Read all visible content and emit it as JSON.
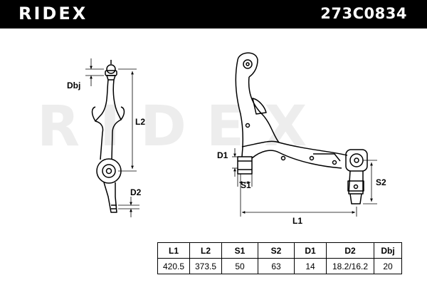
{
  "header": {
    "brand": "RIDEX",
    "part_number": "273C0834"
  },
  "watermark": "RIDEX",
  "labels": {
    "dbj": "Dbj",
    "l2": "L2",
    "d2": "D2",
    "d1": "D1",
    "s1": "S1",
    "s2": "S2",
    "l1": "L1"
  },
  "dimensions_table": {
    "headers": [
      "L1",
      "L2",
      "S1",
      "S2",
      "D1",
      "D2",
      "Dbj"
    ],
    "values": [
      "420.5",
      "373.5",
      "50",
      "63",
      "14",
      "18.2/16.2",
      "20"
    ]
  }
}
